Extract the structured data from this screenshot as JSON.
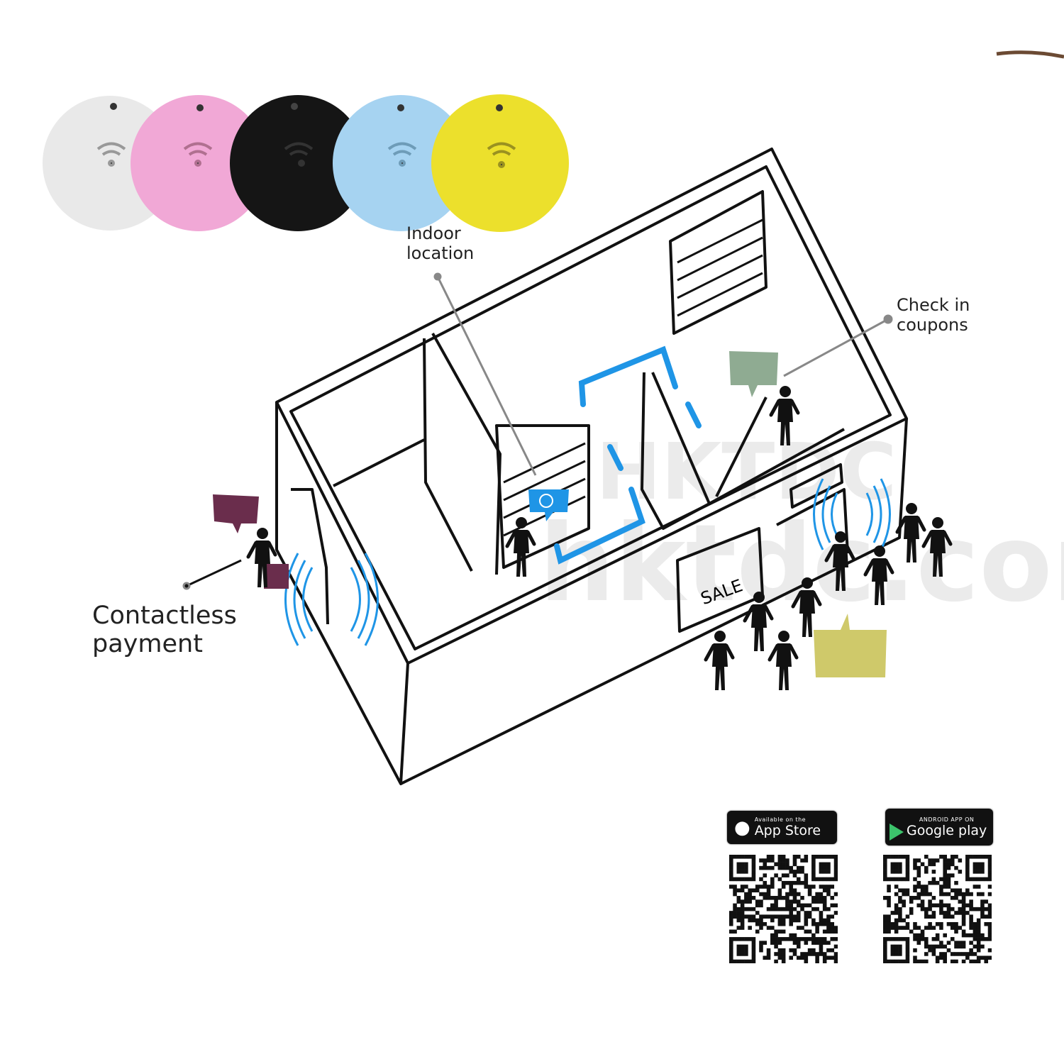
{
  "products": [
    {
      "name": "white-tag",
      "color": "#e9e9e9"
    },
    {
      "name": "pink-tag",
      "color": "#f1a8d6"
    },
    {
      "name": "black-tag",
      "color": "#151515"
    },
    {
      "name": "blue-tag",
      "color": "#a6d3f1"
    },
    {
      "name": "yellow-tag",
      "color": "#ece02c"
    }
  ],
  "labels": {
    "indoor_location": [
      "Indoor",
      "location"
    ],
    "check_in": [
      "Check in",
      "coupons"
    ],
    "contactless": [
      "Contactless",
      "payment"
    ],
    "sale": "SALE"
  },
  "watermark": {
    "top": "HKTDC",
    "bottom": "hktdc.com"
  },
  "badges": {
    "app_store": {
      "small": "Available on the",
      "big": "App Store"
    },
    "google_play": {
      "small": "ANDROID APP ON",
      "big": "Google play"
    }
  },
  "colors": {
    "accent": "#1f95e6",
    "bubble_purple": "#6a2d4c",
    "bubble_green": "#8fab92",
    "bubble_yellow": "#cfc96a",
    "line": "#111111"
  }
}
